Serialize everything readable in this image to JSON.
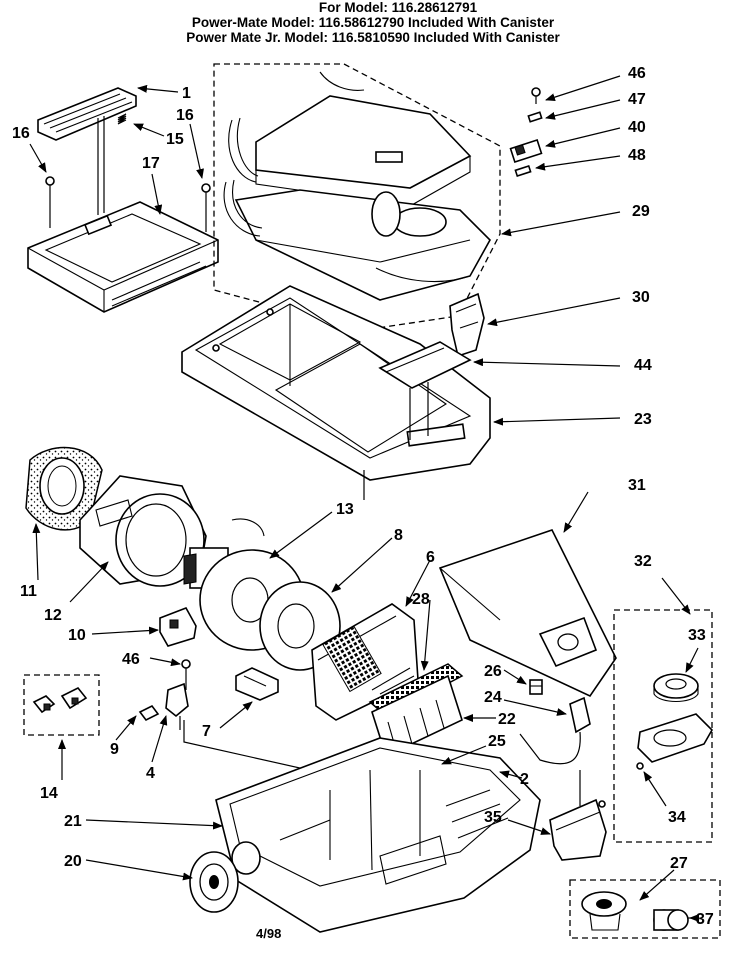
{
  "header": {
    "line1": "For Model: 116.28612791",
    "line2": "Power-Mate Model: 116.58612790 Included With Canister",
    "line3": "Power Mate Jr. Model: 116.5810590 Included With Canister"
  },
  "footer": {
    "date": "4/98"
  },
  "parts": [
    {
      "id": "p1",
      "label": "1"
    },
    {
      "id": "p2",
      "label": "2"
    },
    {
      "id": "p4",
      "label": "4"
    },
    {
      "id": "p6",
      "label": "6"
    },
    {
      "id": "p7",
      "label": "7"
    },
    {
      "id": "p8",
      "label": "8"
    },
    {
      "id": "p9",
      "label": "9"
    },
    {
      "id": "p10",
      "label": "10"
    },
    {
      "id": "p11",
      "label": "11"
    },
    {
      "id": "p12",
      "label": "12"
    },
    {
      "id": "p13",
      "label": "13"
    },
    {
      "id": "p14",
      "label": "14"
    },
    {
      "id": "p15",
      "label": "15"
    },
    {
      "id": "p16a",
      "label": "16"
    },
    {
      "id": "p16b",
      "label": "16"
    },
    {
      "id": "p17",
      "label": "17"
    },
    {
      "id": "p20",
      "label": "20"
    },
    {
      "id": "p21",
      "label": "21"
    },
    {
      "id": "p22",
      "label": "22"
    },
    {
      "id": "p23",
      "label": "23"
    },
    {
      "id": "p24",
      "label": "24"
    },
    {
      "id": "p25",
      "label": "25"
    },
    {
      "id": "p26",
      "label": "26"
    },
    {
      "id": "p27",
      "label": "27"
    },
    {
      "id": "p28",
      "label": "28"
    },
    {
      "id": "p29",
      "label": "29"
    },
    {
      "id": "p30",
      "label": "30"
    },
    {
      "id": "p31",
      "label": "31"
    },
    {
      "id": "p32",
      "label": "32"
    },
    {
      "id": "p33",
      "label": "33"
    },
    {
      "id": "p34",
      "label": "34"
    },
    {
      "id": "p35",
      "label": "35"
    },
    {
      "id": "p37",
      "label": "37"
    },
    {
      "id": "p40",
      "label": "40"
    },
    {
      "id": "p44",
      "label": "44"
    },
    {
      "id": "p46a",
      "label": "46"
    },
    {
      "id": "p46b",
      "label": "46"
    },
    {
      "id": "p47",
      "label": "47"
    },
    {
      "id": "p48",
      "label": "48"
    }
  ]
}
